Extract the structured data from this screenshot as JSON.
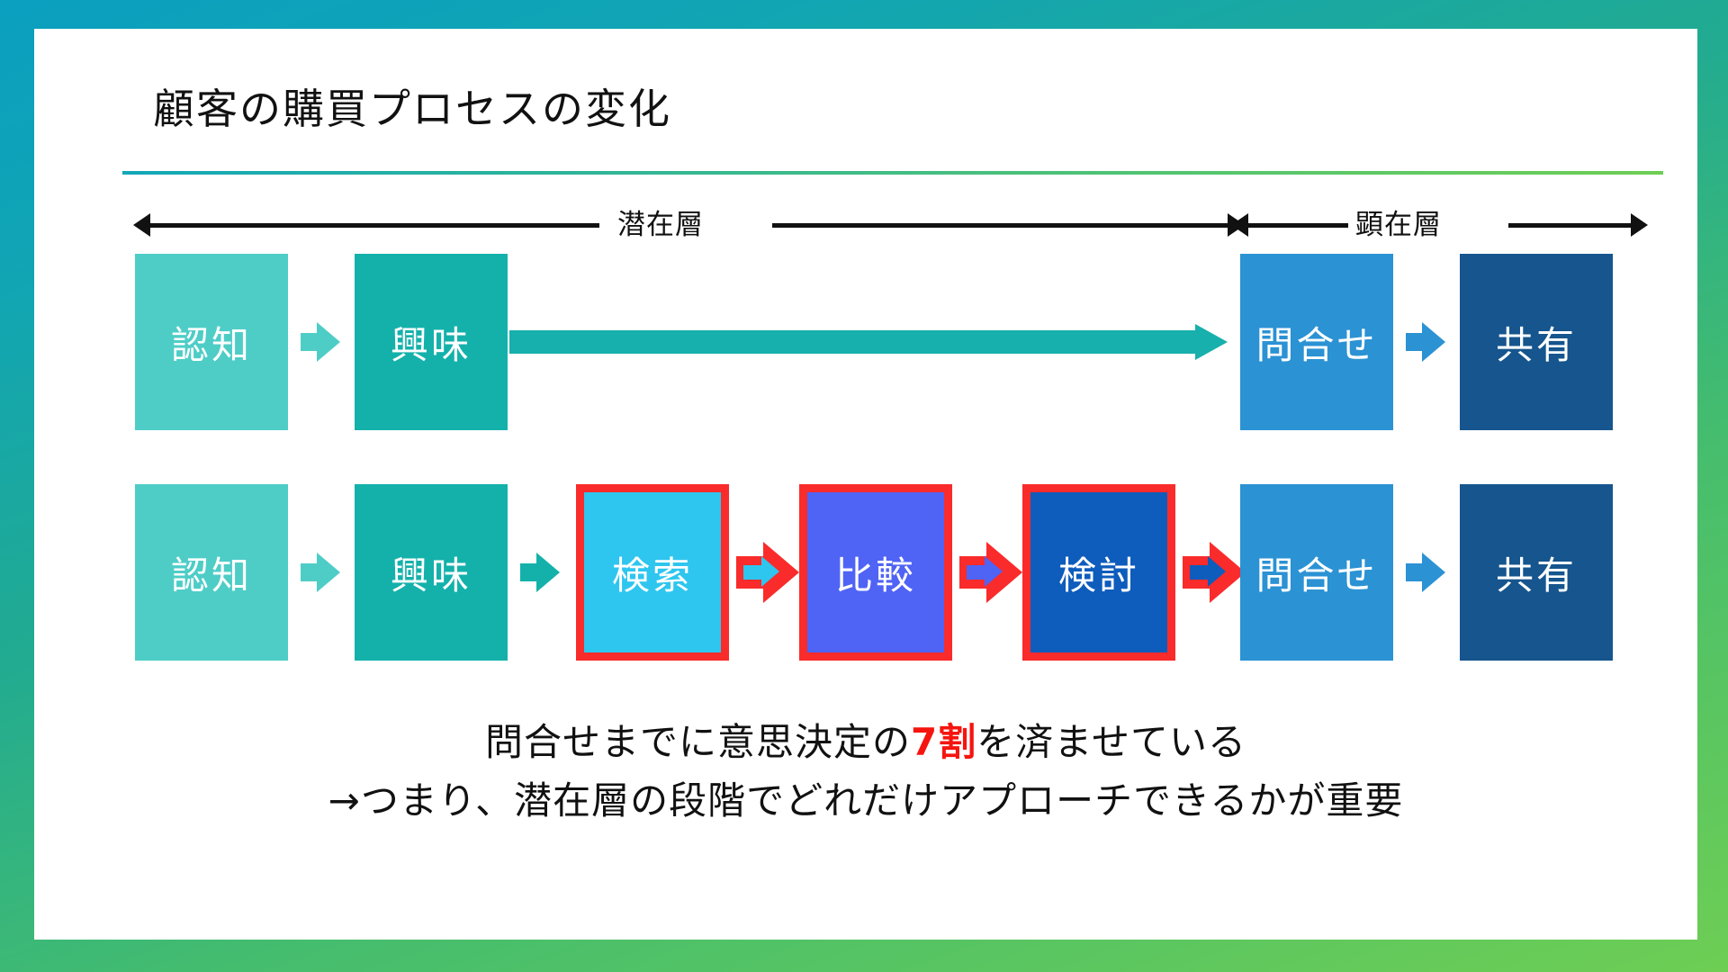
{
  "slide": {
    "title": "顧客の購買プロセスの変化",
    "frame_gradient_from": "#0b9fc0",
    "frame_gradient_to": "#6ece54",
    "rule_gradient_from": "#13a8b8",
    "rule_gradient_to": "#6ece54"
  },
  "segments": [
    {
      "label": "潜在層",
      "name": "segment-latent"
    },
    {
      "label": "顕在層",
      "name": "segment-apparent"
    }
  ],
  "rows": [
    {
      "name": "row-current",
      "stages": [
        {
          "label": "認知",
          "color": "#4ecdc7",
          "highlight": false
        },
        {
          "label": "興味",
          "color": "#14b1ab",
          "highlight": false
        },
        {
          "label": "問合せ",
          "color": "#2b92d4",
          "highlight": false
        },
        {
          "label": "共有",
          "color": "#16558e",
          "highlight": false
        }
      ],
      "connectors": [
        {
          "color": "#4ecdc7",
          "kind": "chev"
        },
        {
          "color": "#17b0ac",
          "kind": "long"
        },
        {
          "color": "#2b92d4",
          "kind": "chev"
        }
      ]
    },
    {
      "name": "row-new",
      "stages": [
        {
          "label": "認知",
          "color": "#4ecdc7",
          "highlight": false
        },
        {
          "label": "興味",
          "color": "#14b1ab",
          "highlight": false
        },
        {
          "label": "検索",
          "color": "#2ec6ef",
          "highlight": true
        },
        {
          "label": "比較",
          "color": "#4f63f5",
          "highlight": true
        },
        {
          "label": "検討",
          "color": "#0e5cbc",
          "highlight": true
        },
        {
          "label": "問合せ",
          "color": "#2b92d4",
          "highlight": false
        },
        {
          "label": "共有",
          "color": "#16558e",
          "highlight": false
        }
      ],
      "connectors": [
        {
          "color": "#4ecdc7",
          "kind": "chev"
        },
        {
          "color": "#14b1ab",
          "kind": "chev"
        },
        {
          "color": "#2ec6ef",
          "kind": "chev-red"
        },
        {
          "color": "#4f63f5",
          "kind": "chev-red"
        },
        {
          "color": "#0e5cbc",
          "kind": "chev-red"
        },
        {
          "color": "#2b92d4",
          "kind": "chev"
        }
      ]
    }
  ],
  "caption": {
    "line1_before": "問合せまでに意思決定の",
    "line1_accent": "7割",
    "line1_after": "を済ませている",
    "line2": "→つまり、潜在層の段階でどれだけアプローチできるかが重要",
    "accent_color": "#f5150f"
  }
}
